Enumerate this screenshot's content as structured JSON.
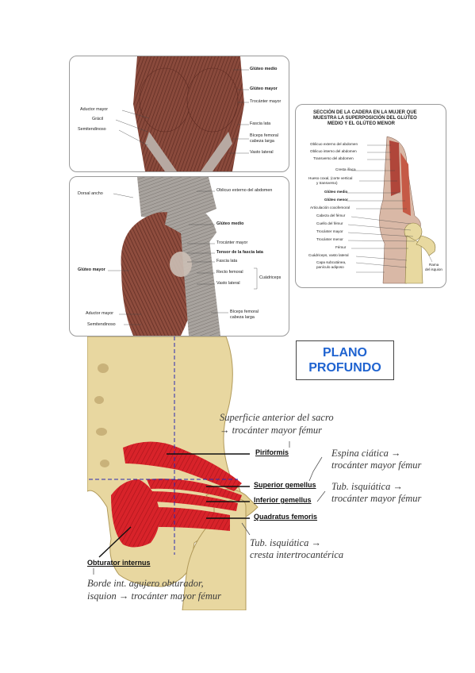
{
  "panel1": {
    "labels": [
      "Glúteo medio",
      "Glúteo mayor",
      "Trocánter mayor",
      "Aductor mayor",
      "Grácil",
      "Semitendinoso",
      "Fascia lata",
      "Bíceps femoral",
      "cabeza larga",
      "Vasto lateral"
    ]
  },
  "panel2": {
    "labels": [
      "Dorsal ancho",
      "Oblicuo externo del abdomen",
      "Glúteo medio",
      "Trocánter mayor",
      "Tensor de la fascia lata",
      "Fascia lata",
      "Glúteo mayor",
      "Recto femoral",
      "Vasto lateral",
      "Cuádriceps",
      "Aductor mayor",
      "Semitendinoso",
      "Bíceps femoral",
      "cabeza larga"
    ]
  },
  "panel3": {
    "title_line1": "SECCIÓN DE LA CADERA EN LA MUJER QUE",
    "title_line2": "MUESTRA LA SUPERPOSICIÓN DEL GLÚTEO",
    "title_line3": "MEDIO Y EL GLÚTEO MENOR",
    "labels": [
      "Oblicuo externo del abdomen",
      "Oblicuo interno del abdomen",
      "Transverso del abdomen",
      "Cresta ilíaca",
      "Hueso coxal, (corte vertical",
      "y transverso)",
      "Glúteo medio",
      "Glúteo menor",
      "Articulación coxofemoral",
      "Cabeza del fémur",
      "Cuello del fémur",
      "Trocánter mayor",
      "Trocánter menor",
      "Fémur",
      "Cuádriceps, vasto lateral",
      "Capa subcutánea,",
      "panículo adiposo",
      "Rama",
      "del isquion"
    ]
  },
  "deep": {
    "plano_line1": "PLANO",
    "plano_line2": "PROFUNDO",
    "muscles": {
      "piriformis": "Piriformis",
      "superior_gemellus": "Superior gemellus",
      "inferior_gemellus": "Inferior gemellus",
      "quadratus_femoris": "Quadratus femoris",
      "obturator_internus": "Obturator internus"
    },
    "notes": {
      "piri_1": "Superficie anterior del sacro",
      "piri_2": "→ trocánter mayor fémur",
      "sup_1": "Espina ciática →",
      "sup_2": "trocánter mayor fémur",
      "inf_1": "Tub. isquiática →",
      "inf_2": "trocánter mayor fémur",
      "quad_1": "Tub. isquiática →",
      "quad_2": "cresta intertrocantérica",
      "obt_1": "Borde int. agujero obturador,",
      "obt_2": "isquion → trocánter mayor fémur"
    },
    "colors": {
      "bone": "#e8d7a0",
      "muscle": "#d8232a",
      "guide": "#2a2ab0",
      "title": "#1f63d0"
    }
  }
}
